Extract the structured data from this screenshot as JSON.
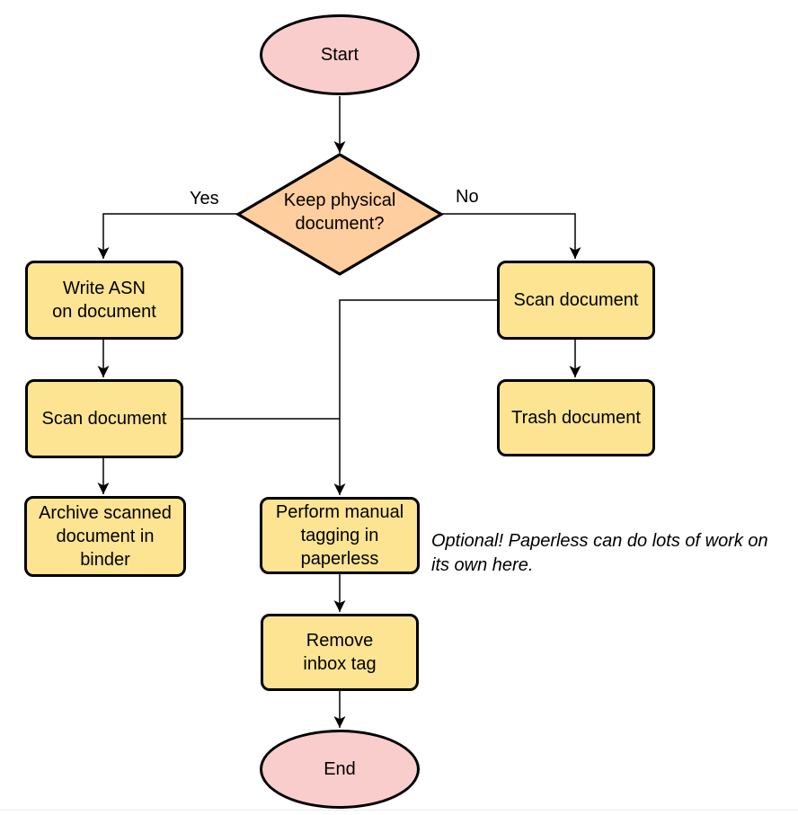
{
  "diagram": {
    "type": "flowchart",
    "colors": {
      "background": "#ffffff",
      "terminal_fill": "#FACDCD",
      "decision_fill": "#FFCE9E",
      "process_fill": "#FCE492",
      "stroke": "#000000",
      "connector": "#000000"
    },
    "nodes": {
      "start": {
        "label": "Start",
        "shape": "ellipse"
      },
      "decision": {
        "label": "Keep physical\ndocument?",
        "shape": "diamond"
      },
      "write_asn": {
        "label": "Write ASN\non document",
        "shape": "rect"
      },
      "scan_left": {
        "label": "Scan document",
        "shape": "rect"
      },
      "archive": {
        "label": "Archive scanned\ndocument in\nbinder",
        "shape": "rect"
      },
      "scan_right": {
        "label": "Scan document",
        "shape": "rect"
      },
      "trash": {
        "label": "Trash document",
        "shape": "rect"
      },
      "tagging": {
        "label": "Perform manual\ntagging in\npaperless",
        "shape": "rect"
      },
      "remove_inbox": {
        "label": "Remove\ninbox tag",
        "shape": "rect"
      },
      "end": {
        "label": "End",
        "shape": "ellipse"
      }
    },
    "edge_labels": {
      "yes": "Yes",
      "no": "No"
    },
    "note": "Optional! Paperless can do lots of work on\nits own here."
  }
}
